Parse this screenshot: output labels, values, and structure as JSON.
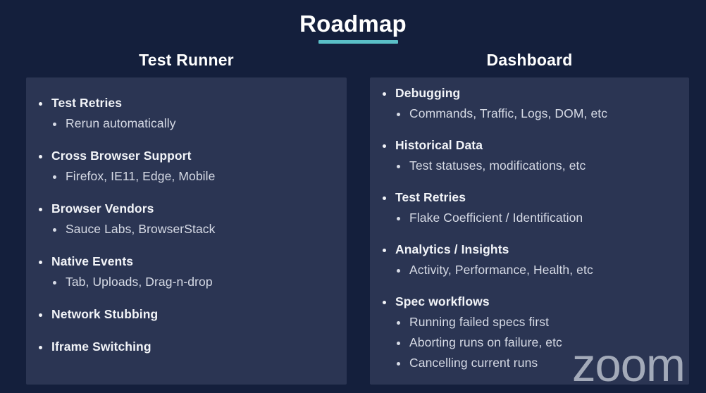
{
  "slide": {
    "title": "Roadmap",
    "accent_color": "#5bc0c8",
    "background_color": "#141f3c",
    "panel_color": "#2b3553",
    "heading_color": "#ffffff",
    "body_color": "#d7dbe6"
  },
  "columns": [
    {
      "header": "Test Runner",
      "groups": [
        {
          "title": "Test Retries",
          "items": [
            "Rerun automatically"
          ]
        },
        {
          "title": "Cross Browser Support",
          "items": [
            "Firefox, IE11, Edge, Mobile"
          ]
        },
        {
          "title": "Browser Vendors",
          "items": [
            "Sauce Labs, BrowserStack"
          ]
        },
        {
          "title": "Native Events",
          "items": [
            "Tab, Uploads, Drag-n-drop"
          ]
        },
        {
          "title": "Network Stubbing",
          "items": []
        },
        {
          "title": "Iframe Switching",
          "items": []
        }
      ]
    },
    {
      "header": "Dashboard",
      "groups": [
        {
          "title": "Debugging",
          "items": [
            "Commands, Traffic, Logs, DOM, etc"
          ]
        },
        {
          "title": "Historical Data",
          "items": [
            "Test statuses, modifications, etc"
          ]
        },
        {
          "title": "Test Retries",
          "items": [
            "Flake Coefficient / Identification"
          ]
        },
        {
          "title": "Analytics / Insights",
          "items": [
            "Activity, Performance, Health, etc"
          ]
        },
        {
          "title": "Spec workflows",
          "items": [
            "Running failed specs first",
            "Aborting runs on failure, etc",
            "Cancelling current runs"
          ]
        }
      ]
    }
  ],
  "watermark": {
    "label": "zoom"
  }
}
